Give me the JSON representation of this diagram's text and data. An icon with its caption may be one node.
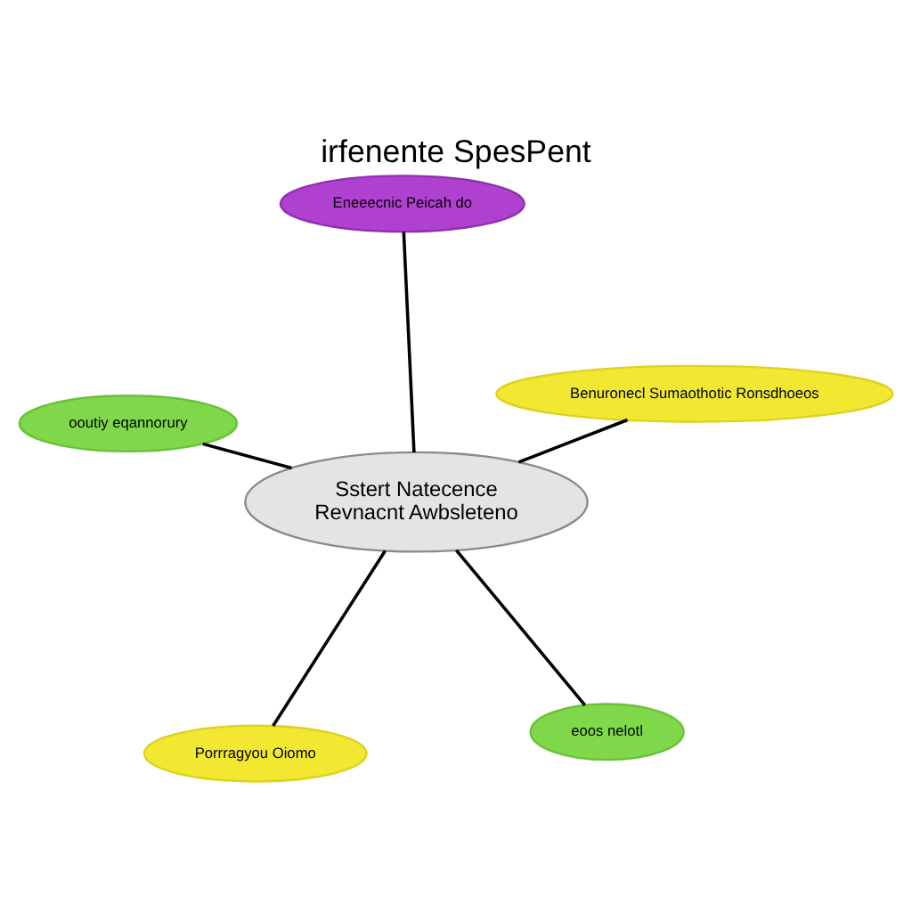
{
  "diagram": {
    "title": "irfenente SpesPent",
    "nodes": [
      {
        "text": [
          "Sstert Natecence",
          "Revnacnt Awbsleteno"
        ]
      },
      {
        "text": [
          "eoos nelotl"
        ]
      },
      {
        "text": [
          "Porrragyou Oiomo"
        ]
      },
      {
        "text": [
          "ooutiy eqannorury"
        ]
      },
      {
        "text": [
          "Benuronecl Sumaothotic Ronsdhoeos"
        ]
      },
      {
        "text": [
          "Eneeecnic Peicah do"
        ]
      }
    ],
    "edges": [
      {
        "from": 0,
        "to": 1,
        "arrow": "none"
      },
      {
        "from": 0,
        "to": 2,
        "arrow": "none"
      },
      {
        "from": 0,
        "to": 3,
        "arrow": "none"
      },
      {
        "from": 0,
        "to": 4,
        "arrow": "none"
      },
      {
        "from": 0,
        "to": 5,
        "arrow": "none"
      }
    ]
  }
}
